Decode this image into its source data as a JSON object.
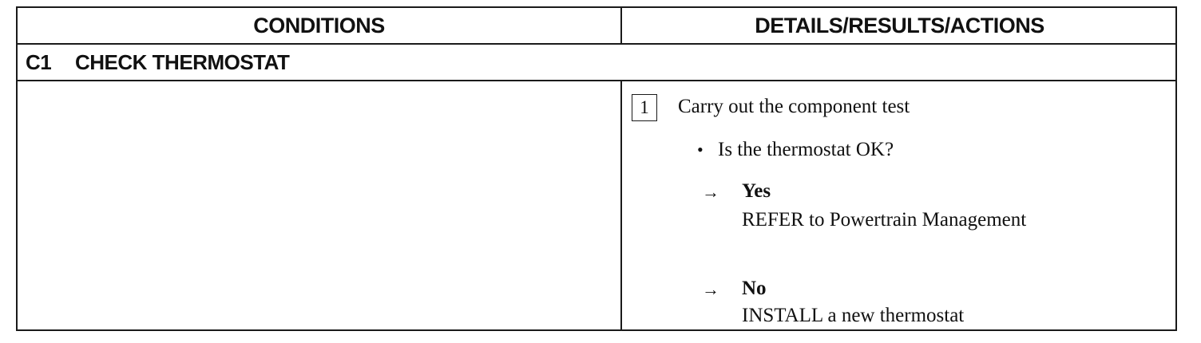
{
  "table": {
    "header": {
      "conditions": "CONDITIONS",
      "details": "DETAILS/RESULTS/ACTIONS"
    },
    "section": {
      "code": "C1",
      "title": "CHECK THERMOSTAT"
    },
    "step": {
      "number": "1",
      "instruction": "Carry out the component test",
      "question": "Is the thermostat OK?",
      "answers": [
        {
          "arrow": "→",
          "label": "Yes",
          "action": "REFER to Powertrain Management"
        },
        {
          "arrow": "→",
          "label": "No",
          "action": "INSTALL a new thermostat"
        }
      ]
    }
  }
}
